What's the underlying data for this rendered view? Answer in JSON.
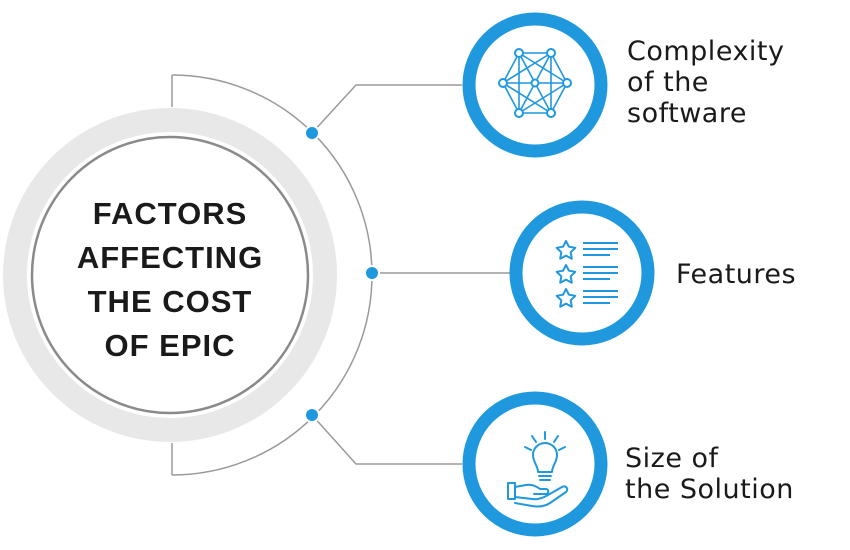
{
  "center": {
    "title_lines": [
      "FACTORS",
      "AFFECTING",
      "THE COST",
      "OF EPIC"
    ]
  },
  "factors": [
    {
      "lines": [
        "Complexity",
        "of the",
        "software"
      ],
      "icon": "network-icon"
    },
    {
      "lines": [
        "Features"
      ],
      "icon": "star-list-icon"
    },
    {
      "lines": [
        "Size of",
        "the Solution"
      ],
      "icon": "lightbulb-hand-icon"
    }
  ],
  "colors": {
    "accent": "#1f98de",
    "outer_ring": "#e8e8e8",
    "inner_ring": "#8a8a8a",
    "connector": "#9a9a9a",
    "text": "#1a1a1a"
  }
}
